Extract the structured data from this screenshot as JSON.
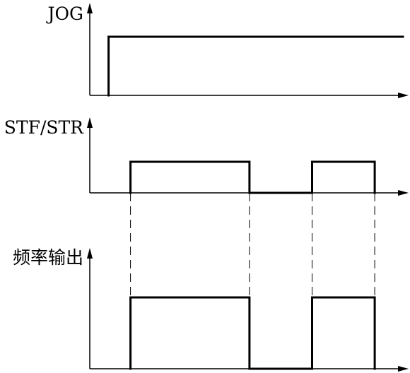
{
  "traces": [
    {
      "id": "jog",
      "label": "JOG",
      "pulses": [
        [
          0.06,
          1.0
        ]
      ]
    },
    {
      "id": "stf-str",
      "label": "STF/STR",
      "pulses": [
        [
          0.13,
          0.51
        ],
        [
          0.71,
          0.91
        ]
      ]
    },
    {
      "id": "freq-output",
      "label": "频率输出",
      "pulses": [
        [
          0.13,
          0.51
        ],
        [
          0.71,
          0.91
        ]
      ]
    }
  ],
  "colors": {
    "stroke": "#000000",
    "background": "#ffffff"
  }
}
